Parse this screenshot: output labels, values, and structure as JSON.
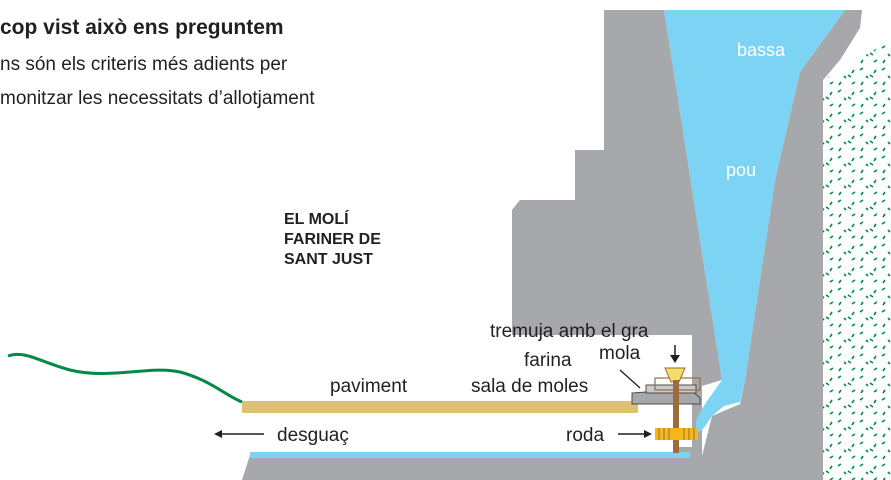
{
  "intro": {
    "heading": "cop vist això ens preguntem",
    "line1": "ns són els criteris més adients per",
    "line2": "monitzar les necessitats d’allotjament"
  },
  "diagram": {
    "title_lines": [
      "EL MOLÍ",
      "FARINER DE",
      "SANT JUST"
    ],
    "labels": {
      "bassa": "bassa",
      "pou": "pou",
      "tremuja": "tremuja amb el gra",
      "mola": "mola",
      "farina": "farina",
      "paviment": "paviment",
      "sala_moles": "sala de moles",
      "roda": "roda",
      "desguac": "desguaç"
    },
    "colors": {
      "rock": "#a6a8ab",
      "water": "#7dd3f3",
      "floor": "#dfc077",
      "ground_line": "#008a47",
      "text": "#231f20",
      "gear": "#f4b81c",
      "shaft": "#9c6b3e",
      "hopper": "#f6dc6a"
    }
  }
}
